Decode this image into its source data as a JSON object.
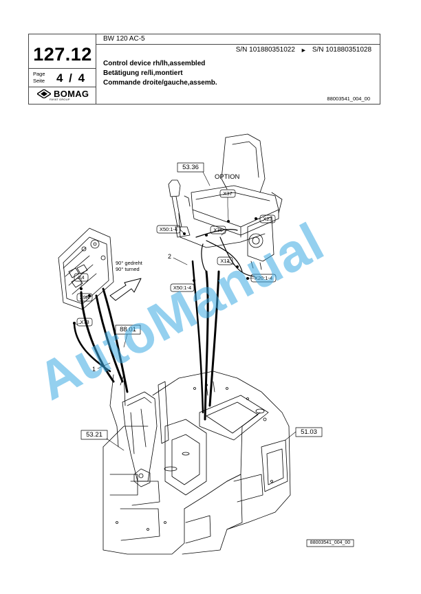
{
  "header": {
    "model": "BW 120 AC-5",
    "serial_from": "S/N 101880351022",
    "serial_arrow": "►",
    "serial_to": "S/N 101880351028",
    "group_number": "127.12",
    "page_label_en": "Page",
    "page_label_de": "Seite",
    "page_value": "4 / 4",
    "brand": "BOMAG",
    "brand_sub": "FAYAT GROUP",
    "title_en": "Control device rh/lh,assembled",
    "title_de": "Betätigung re/li,montiert",
    "title_fr": "Commande droite/gauche,assemb.",
    "drawing_ref": "88003541_004_00"
  },
  "drawing": {
    "option": "OPTION",
    "rotate_de": "90° gedreht",
    "rotate_en": "90° turned",
    "callouts": {
      "c5336": "53.36",
      "c8801": "88.01",
      "c5321": "53.21",
      "c5103": "51.03",
      "x37": "X37",
      "x23": "X23",
      "x50a": "X50:1-4",
      "x36": "X36",
      "x13": "X13",
      "x20": "X20:1-4",
      "x50b": "X50:1-4",
      "x4": "X4",
      "x9r": "X9R",
      "x73": "X73",
      "n1": "1",
      "n2": "2"
    },
    "footer_ref": "88003541_004_00"
  },
  "watermark": "AutoManual"
}
